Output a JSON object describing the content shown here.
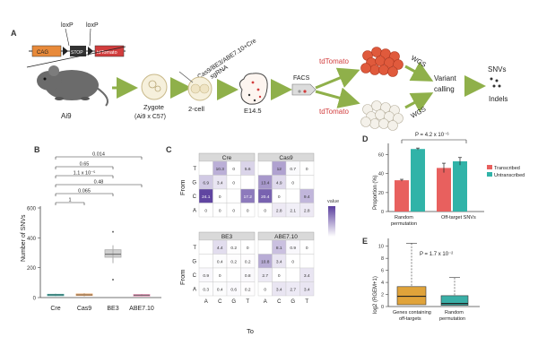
{
  "panelA": {
    "label": "A",
    "cassette": {
      "caggs": "CAG",
      "loxp1": "loxP",
      "loxp2": "loxP",
      "stop": "STOP",
      "tdtomato": "tdTomato"
    },
    "mouse": "Ai9",
    "zygote": "Zygote",
    "zygote_sub": "(Ai9 x C57)",
    "injection1": "Cas9/BE3/ABE7.10+Cre",
    "injection2": "sgRNA",
    "twocell": "2-cell",
    "embryo": "E14.5",
    "facs": "FACS",
    "tdtomato_pos": "tdTomato",
    "tdtomato_neg": "tdTomato",
    "wgs": "WGS",
    "variant": "Variant",
    "calling": "calling",
    "snvs": "SNVs",
    "indels": "Indels"
  },
  "panelB": {
    "label": "B",
    "ylabel": "Number of SNVs",
    "yticks": [
      "0",
      "200",
      "400",
      "600"
    ],
    "categories": [
      "Cre",
      "Cas9",
      "BE3",
      "ABE7.10"
    ],
    "pvalues": [
      "0.014",
      "0.65",
      "1.1 x 10⁻⁵",
      "0.48",
      "0.065",
      "1"
    ]
  },
  "panelC": {
    "label": "C",
    "titles": [
      "Cre",
      "Cas9",
      "BE3",
      "ABE7.10"
    ],
    "from_label": "From",
    "to_label": "To",
    "bases": [
      "A",
      "C",
      "G",
      "T"
    ],
    "value_label": "value",
    "grids": [
      [
        "",
        "10.3",
        "0",
        "5.6",
        "6.9",
        "3.4",
        "0",
        "",
        "24.1",
        "0",
        "",
        "17.2",
        "0",
        "0",
        "0",
        "0"
      ],
      [
        "",
        "12",
        "0.7",
        "0",
        "13.4",
        "4.9",
        "0",
        "",
        "20.4",
        "0",
        "",
        "9.4",
        "0",
        "2.8",
        "2.1",
        "2.8"
      ],
      [
        "",
        "4.4",
        "0.2",
        "0",
        "",
        "0.4",
        "0.2",
        "0.2",
        "0.9",
        "0",
        "",
        "0.8",
        "0.3",
        "0.4",
        "0.6",
        "0.2"
      ],
      [
        "",
        "8.1",
        "0.9",
        "0",
        "10.8",
        "3.4",
        "0",
        "",
        "2.7",
        "0",
        "",
        "3.4",
        "0",
        "3.4",
        "2.7",
        "3.4"
      ]
    ]
  },
  "panelD": {
    "label": "D",
    "pvalue": "P = 4.2 x 10⁻⁶",
    "ylabel": "Proportion (%)",
    "yticks": [
      "0",
      "20",
      "40",
      "60"
    ],
    "legend": [
      "Transcribed",
      "Untranscribed"
    ],
    "xlabel1a": "Random",
    "xlabel1b": "permutation",
    "xlabel2": "Off-target SNVs"
  },
  "panelE": {
    "label": "E",
    "pvalue": "P = 1.7 x 10⁻²",
    "ylabel": "log2 (RGEM+1)",
    "yticks": [
      "0",
      "2",
      "4",
      "6",
      "8",
      "10"
    ],
    "xlabel1a": "Genes containing",
    "xlabel1b": "off-targets",
    "xlabel2a": "Random",
    "xlabel2b": "permutation"
  },
  "chart_data": [
    {
      "type": "box",
      "panel": "B",
      "categories": [
        "Cre",
        "Cas9",
        "BE3",
        "ABE7.10"
      ],
      "ylabel": "Number of SNVs",
      "ylim": [
        0,
        600
      ],
      "boxes": [
        {
          "name": "Cre",
          "min": 10,
          "q1": 15,
          "median": 18,
          "q3": 22,
          "max": 26,
          "color": "#2aa198"
        },
        {
          "name": "Cas9",
          "min": 8,
          "q1": 14,
          "median": 18,
          "q3": 24,
          "max": 30,
          "color": "#e69a52"
        },
        {
          "name": "BE3",
          "min": 230,
          "q1": 270,
          "median": 290,
          "q3": 320,
          "max": 350,
          "color": "#aaaaaa"
        },
        {
          "name": "ABE7.10",
          "min": 8,
          "q1": 12,
          "median": 16,
          "q3": 20,
          "max": 24,
          "color": "#e47ca8"
        }
      ]
    },
    {
      "type": "bar",
      "panel": "D",
      "categories": [
        "Random permutation",
        "Off-target SNVs"
      ],
      "ylim": [
        0,
        70
      ],
      "series": [
        {
          "name": "Transcribed",
          "values": [
            33,
            46
          ],
          "errors": [
            1,
            5
          ],
          "color": "#e8605e"
        },
        {
          "name": "Untranscribed",
          "values": [
            66,
            53
          ],
          "errors": [
            1,
            4
          ],
          "color": "#31b3a8"
        }
      ]
    },
    {
      "type": "box",
      "panel": "E",
      "categories": [
        "Genes containing off-targets",
        "Random permutation"
      ],
      "ylim": [
        0,
        11
      ],
      "boxes": [
        {
          "name": "Genes containing off-targets",
          "min": 0,
          "q1": 0.3,
          "median": 1.7,
          "q3": 3.3,
          "max": 10.5,
          "color": "#e0a33a"
        },
        {
          "name": "Random permutation",
          "min": 0,
          "q1": 0.2,
          "median": 0.5,
          "q3": 1.8,
          "max": 4.8,
          "color": "#3aafa7"
        }
      ]
    }
  ]
}
